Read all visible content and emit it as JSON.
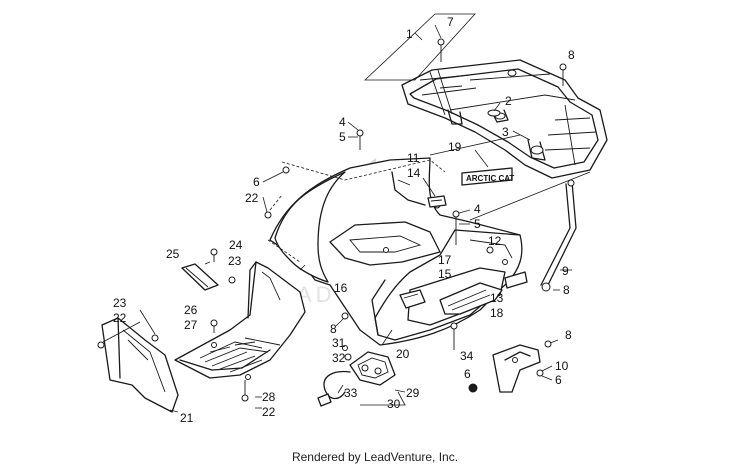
{
  "diagram": {
    "callouts": [
      "1",
      "2",
      "3",
      "4",
      "5",
      "6",
      "7",
      "8",
      "9",
      "10",
      "11",
      "12",
      "13",
      "14",
      "15",
      "16",
      "17",
      "18",
      "19",
      "20",
      "21",
      "22",
      "23",
      "24",
      "25",
      "26",
      "27",
      "28",
      "29",
      "30",
      "31",
      "32",
      "33",
      "34"
    ],
    "decal_text": "ARCTIC CAT",
    "watermark": "LEADVENTURE"
  },
  "footer": {
    "text": "Rendered by LeadVenture, Inc."
  }
}
